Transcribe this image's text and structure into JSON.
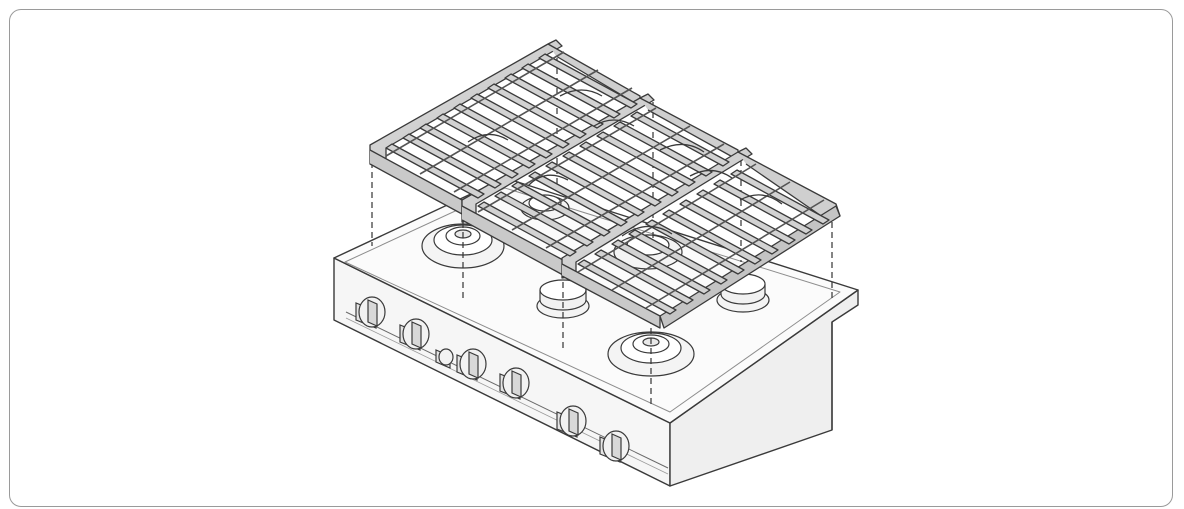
{
  "figure": {
    "subject": "gas-rangetop-grate-installation",
    "components": {
      "grate_sections": 3,
      "burners": 6,
      "control_knobs": 6,
      "indicator_switches": 1
    },
    "colors": {
      "line": "#3a3a3a",
      "grate_edge": "#8a8a8a",
      "grate_fill": "#d6d6d6",
      "cooktop_fill": "#fafafa",
      "frame_border": "#9a9a9a",
      "background": "#ffffff"
    }
  }
}
